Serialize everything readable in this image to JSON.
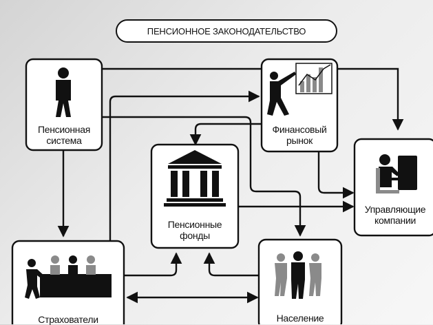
{
  "title": "ПЕНСИОННОЕ ЗАКОНОДАТЕЛЬСТВО",
  "nodes": {
    "pension_system": {
      "line1": "Пенсионная",
      "line2": "система",
      "icon": "person-icon"
    },
    "financial_market": {
      "line1": "Финансовый",
      "line2": "рынок",
      "icon": "presenter-chart-icon"
    },
    "pension_funds": {
      "line1": "Пенсионные",
      "line2": "фонды",
      "icon": "bank-building-icon"
    },
    "management_companies": {
      "line1": "Управляющие",
      "line2": "компании",
      "icon": "office-worker-icon"
    },
    "insurers": {
      "line1": "Страхователи",
      "icon": "employer-employees-icon"
    },
    "population": {
      "line1": "Население",
      "icon": "people-group-icon"
    }
  },
  "colors": {
    "stroke": "#111111",
    "box_fill": "#ffffff",
    "gray_figure": "#8a8a8a"
  }
}
